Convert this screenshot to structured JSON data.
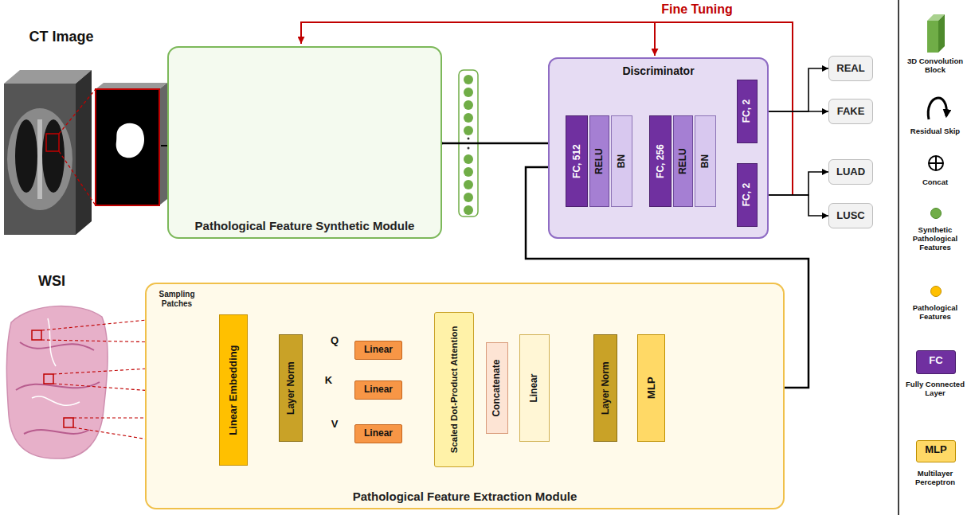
{
  "diagram": {
    "nodes": [
      {
        "text": [
          "Pathological Feature Synthetic Module"
        ]
      },
      {
        "text": [
          "Discriminator"
        ]
      },
      {
        "text": [
          "FC, 512"
        ],
        "in": 1
      },
      {
        "text": [
          "RELU"
        ],
        "in": 1
      },
      {
        "text": [
          "BN"
        ],
        "in": 1
      },
      {
        "text": [
          "FC, 256"
        ],
        "in": 1
      },
      {
        "text": [
          "RELU"
        ],
        "in": 1
      },
      {
        "text": [
          "BN"
        ],
        "in": 1
      },
      {
        "text": [
          "FC, 2"
        ],
        "in": 1
      },
      {
        "text": [
          "FC, 2"
        ],
        "in": 1
      },
      {
        "text": [
          "REAL"
        ]
      },
      {
        "text": [
          "FAKE"
        ]
      },
      {
        "text": [
          "LUAD"
        ]
      },
      {
        "text": [
          "LUSC"
        ]
      },
      {
        "text": [
          "Pathological Feature Extraction Module"
        ]
      },
      {
        "text": [
          "Linear Embedding"
        ],
        "in": 14
      },
      {
        "text": [
          "Layer Norm"
        ],
        "in": 14
      },
      {
        "text": [
          "Linear"
        ],
        "in": 14
      },
      {
        "text": [
          "Linear"
        ],
        "in": 14
      },
      {
        "text": [
          "Linear"
        ],
        "in": 14
      },
      {
        "text": [
          "Scaled Dot-Product Attention"
        ],
        "in": 14
      },
      {
        "text": [
          "Concatenate"
        ],
        "in": 14
      },
      {
        "text": [
          "Linear"
        ],
        "in": 14
      },
      {
        "text": [
          "Layer Norm"
        ],
        "in": 14
      },
      {
        "text": [
          "MLP"
        ],
        "in": 14
      }
    ],
    "edges": [
      {
        "from": 0,
        "to": 2,
        "arrow": "to"
      },
      {
        "from": 7,
        "to": 8,
        "arrow": "to"
      },
      {
        "from": 7,
        "to": 9,
        "arrow": "to"
      },
      {
        "from": 8,
        "to": 10,
        "arrow": "to"
      },
      {
        "from": 8,
        "to": 11,
        "arrow": "to"
      },
      {
        "from": 9,
        "to": 12,
        "arrow": "to"
      },
      {
        "from": 9,
        "to": 13,
        "arrow": "to"
      },
      {
        "from": 15,
        "to": 16,
        "arrow": "to"
      },
      {
        "from": 16,
        "to": 17,
        "label": "Q",
        "arrow": "to"
      },
      {
        "from": 16,
        "to": 18,
        "label": "K",
        "arrow": "to"
      },
      {
        "from": 16,
        "to": 19,
        "label": "V",
        "arrow": "to"
      },
      {
        "from": 17,
        "to": 20,
        "arrow": "to"
      },
      {
        "from": 18,
        "to": 20,
        "arrow": "to"
      },
      {
        "from": 19,
        "to": 20,
        "arrow": "to"
      },
      {
        "from": 20,
        "to": 21,
        "arrow": "to"
      },
      {
        "from": 21,
        "to": 22,
        "arrow": "to"
      },
      {
        "from": 22,
        "to": 23,
        "arrow": "to"
      },
      {
        "from": 23,
        "to": 24,
        "arrow": "to"
      },
      {
        "from": 24,
        "to": 2,
        "arrow": "to"
      }
    ],
    "labels": [
      "Fine Tuning",
      "CT Image",
      "WSI",
      "Sampling Patches",
      "FC",
      "MLP"
    ],
    "legend": [
      {
        "text": "3D Convolution Block"
      },
      {
        "text": "Residual Skip"
      },
      {
        "text": "Concat"
      },
      {
        "text": "Synthetic Pathological Features",
        "color": "#70ad47"
      },
      {
        "text": "Pathological Features",
        "color": "#ffc000"
      },
      {
        "text": "Fully Connected Layer",
        "color": "#7030a0"
      },
      {
        "text": "Multilayer Perceptron",
        "color": "#ffd966"
      }
    ]
  }
}
